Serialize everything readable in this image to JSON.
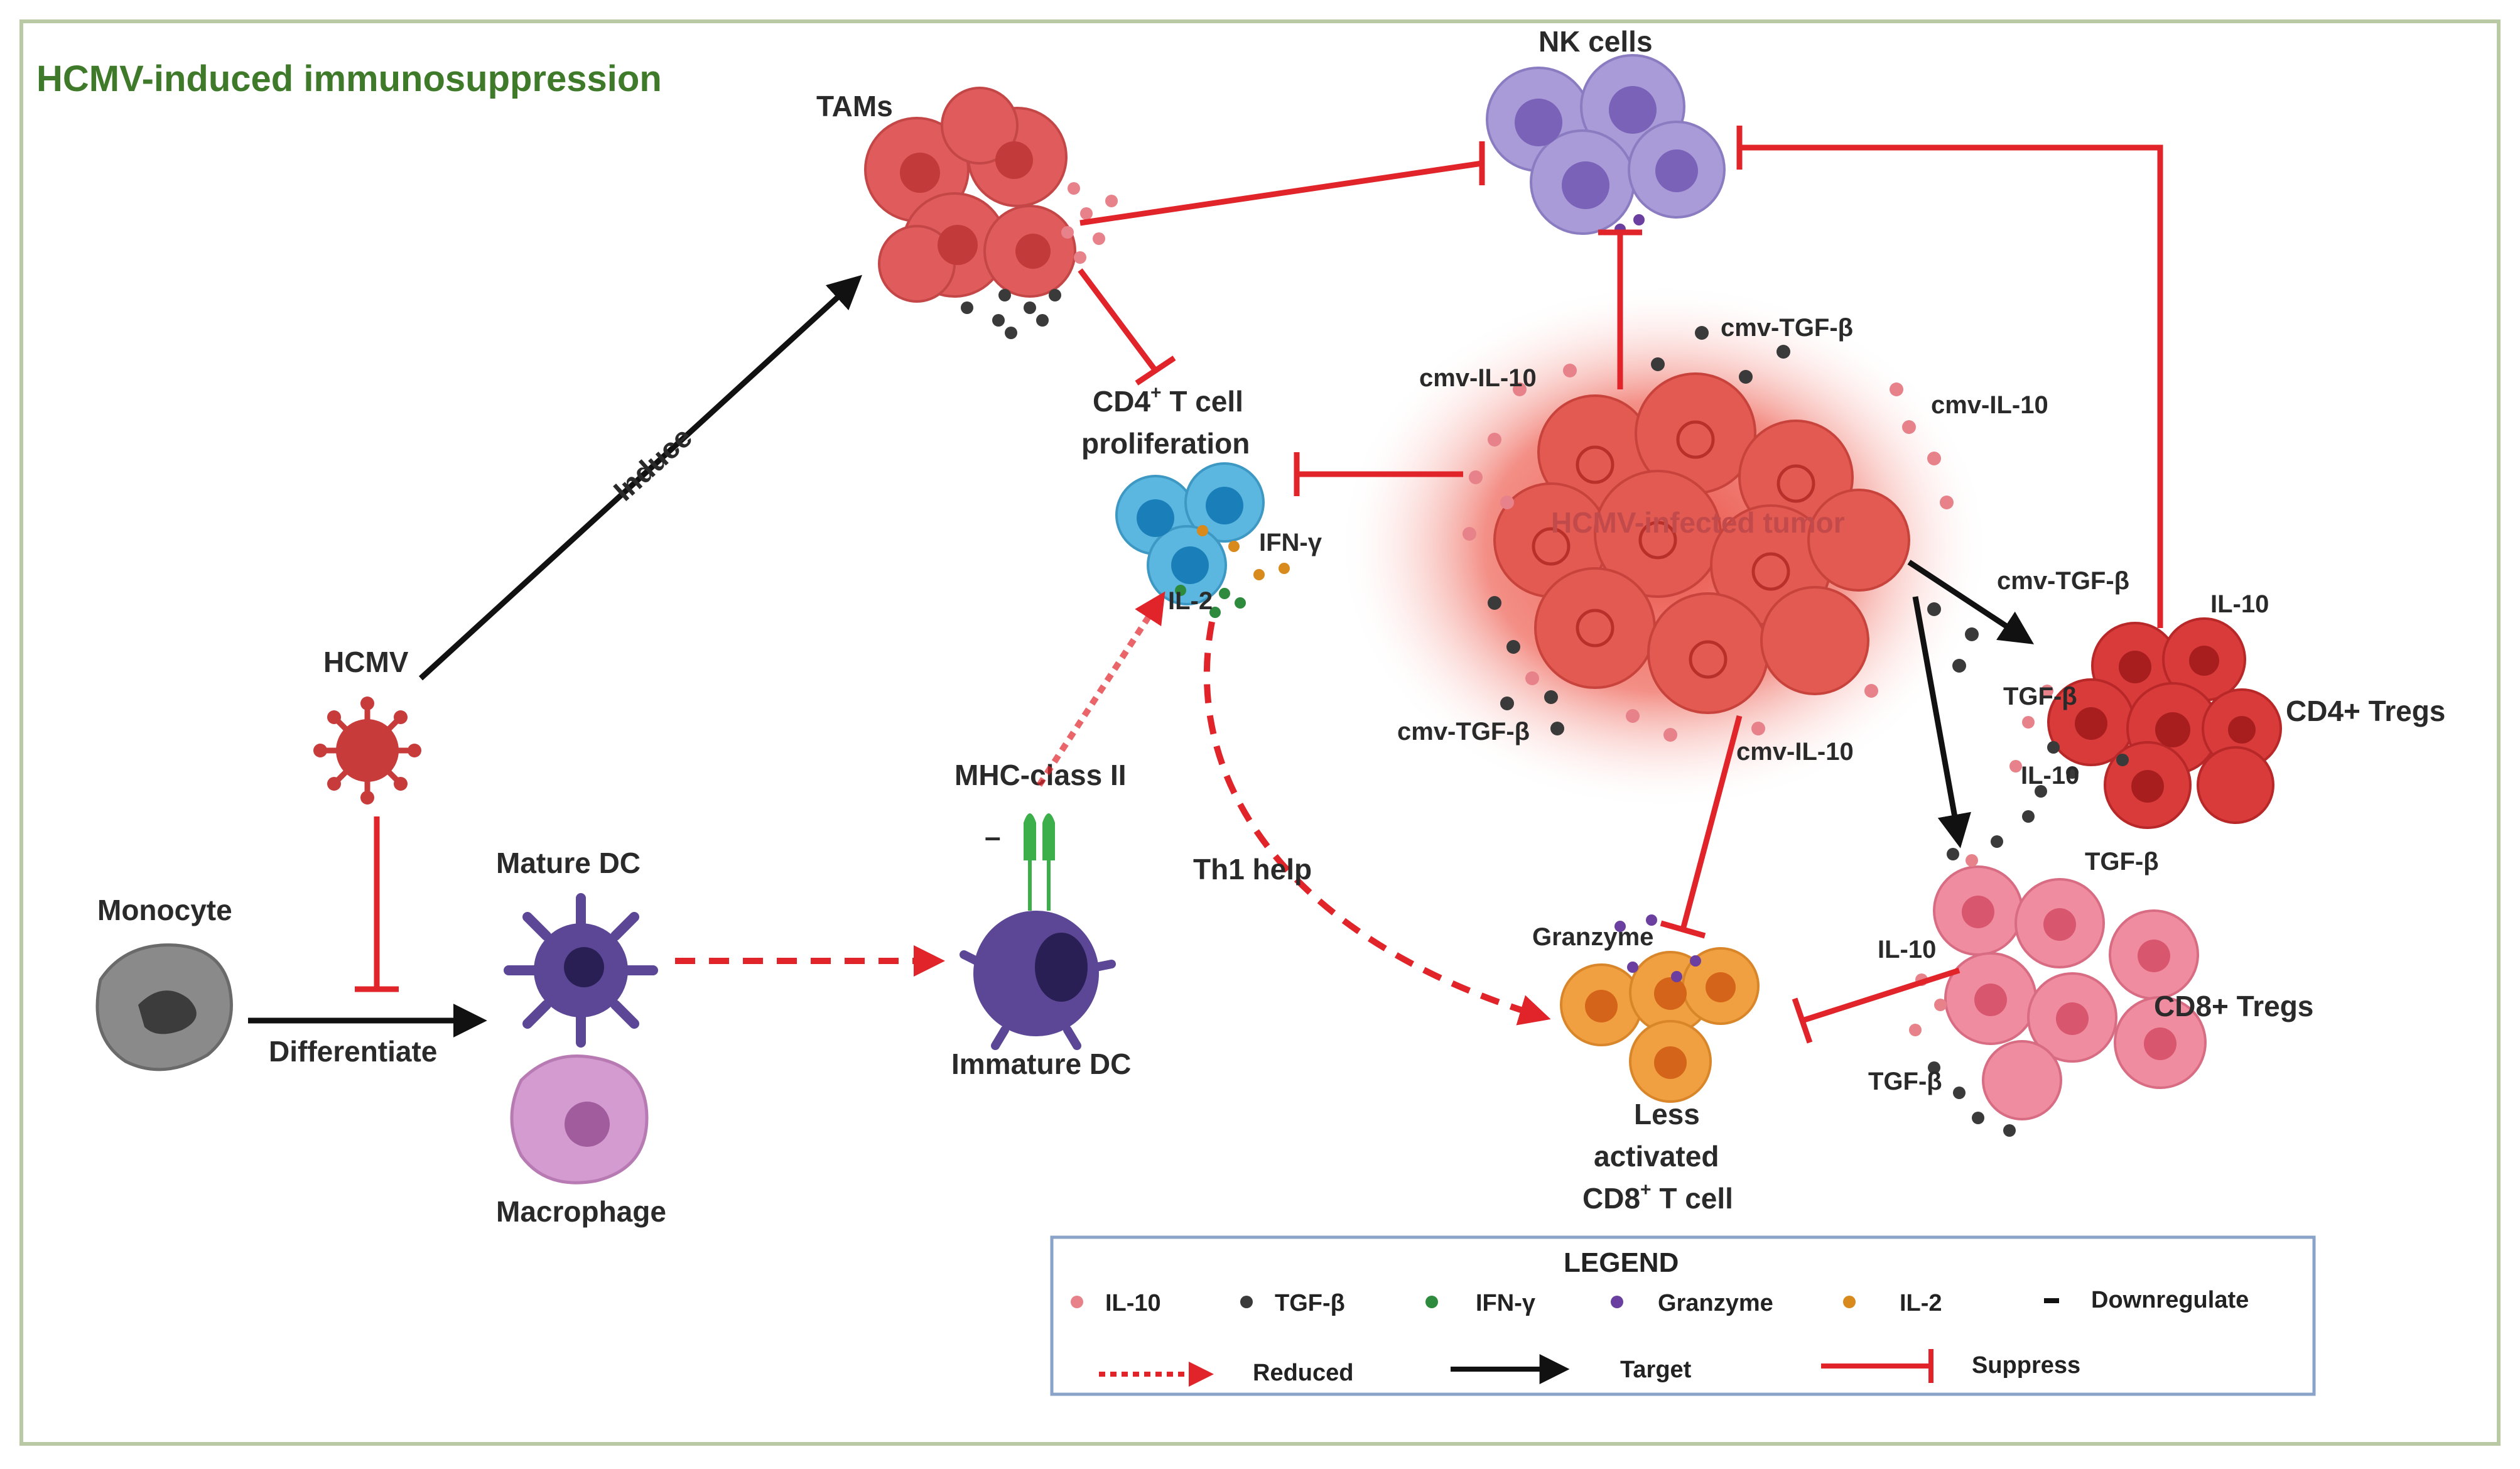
{
  "title": "HCMV-induced immunosuppression",
  "cells": {
    "tams": "TAMs",
    "nk": "NK cells",
    "cd4_prolif_1": "CD4",
    "cd4_prolif_sup": "+",
    "cd4_prolif_2": " T cell",
    "cd4_prolif_3": "proliferation",
    "hcmv": "HCMV",
    "monocyte": "Monocyte",
    "mature_dc": "Mature DC",
    "macrophage": "Macrophage",
    "immature_dc": "Immature DC",
    "mhc": "MHC-class II",
    "tumor": "HCMV-infected tumor",
    "cd4_tregs": "CD4+ Tregs",
    "cd8_tregs": "CD8+ Tregs",
    "less_1": "Less",
    "less_2": "activated",
    "less_3a": "CD8",
    "less_3sup": "+",
    "less_3b": " T cell"
  },
  "arrows": {
    "induce": "Induce",
    "differentiate": "Differentiate",
    "th1": "Th1 help",
    "minus": "–"
  },
  "cytokines": {
    "cmv_il10_a": "cmv-IL-10",
    "cmv_tgfb_a": "cmv-TGF-β",
    "cmv_il10_b": "cmv-IL-10",
    "cmv_tgfb_b": "cmv-TGF-β",
    "cmv_il10_c": "cmv-IL-10",
    "cmv_tgfb_c": "cmv-TGF-β",
    "ifng": "IFN-γ",
    "il2": "IL-2",
    "il10_treg": "IL-10",
    "tgfb_treg": "TGF-β",
    "il10_treg2": "IL-10",
    "tgfb_treg2": "TGF-β",
    "il10_cd8": "IL-10",
    "tgfb_cd8": "TGF-β",
    "granzyme": "Granzyme"
  },
  "legend": {
    "title": "LEGEND",
    "items": [
      {
        "label": "IL-10",
        "color": "#e8828a"
      },
      {
        "label": "TGF-β",
        "color": "#3a3a3a"
      },
      {
        "label": "IFN-γ",
        "color": "#2e8b3e"
      },
      {
        "label": "Granzyme",
        "color": "#6a3fa0"
      },
      {
        "label": "IL-2",
        "color": "#d98a1c"
      },
      {
        "label": "Downregulate",
        "color": "#111111"
      }
    ],
    "lines": [
      {
        "label": "Reduced"
      },
      {
        "label": "Target"
      },
      {
        "label": "Suppress"
      }
    ]
  },
  "colors": {
    "suppress": "#e0242a",
    "target": "#111111",
    "title_green": "#3f7a2a"
  }
}
